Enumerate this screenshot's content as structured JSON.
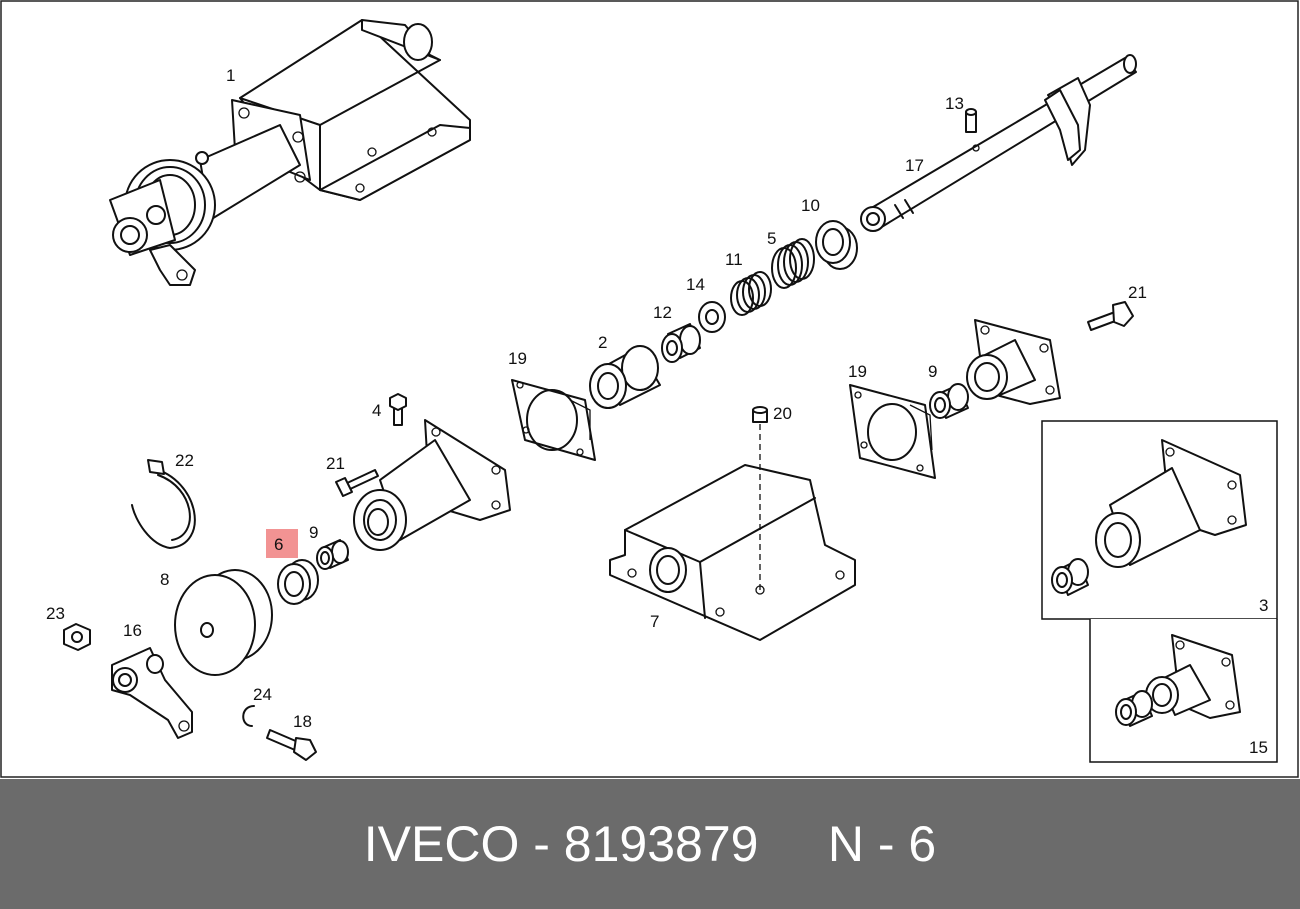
{
  "footer": {
    "text": "IVECO - 8193879     N - 6"
  },
  "colors": {
    "footer_bg": "#6b6b6b",
    "highlight": "#f08080"
  },
  "labels": {
    "l1": "1",
    "l2": "2",
    "l3": "3",
    "l4": "4",
    "l5": "5",
    "l6": "6",
    "l7": "7",
    "l8": "8",
    "l9a": "9",
    "l9b": "9",
    "l10": "10",
    "l11": "11",
    "l12": "12",
    "l13": "13",
    "l14": "14",
    "l15": "15",
    "l16": "16",
    "l17": "17",
    "l18": "18",
    "l19a": "19",
    "l19b": "19",
    "l20": "20",
    "l21a": "21",
    "l21b": "21",
    "l22": "22",
    "l23": "23",
    "l24": "24"
  }
}
